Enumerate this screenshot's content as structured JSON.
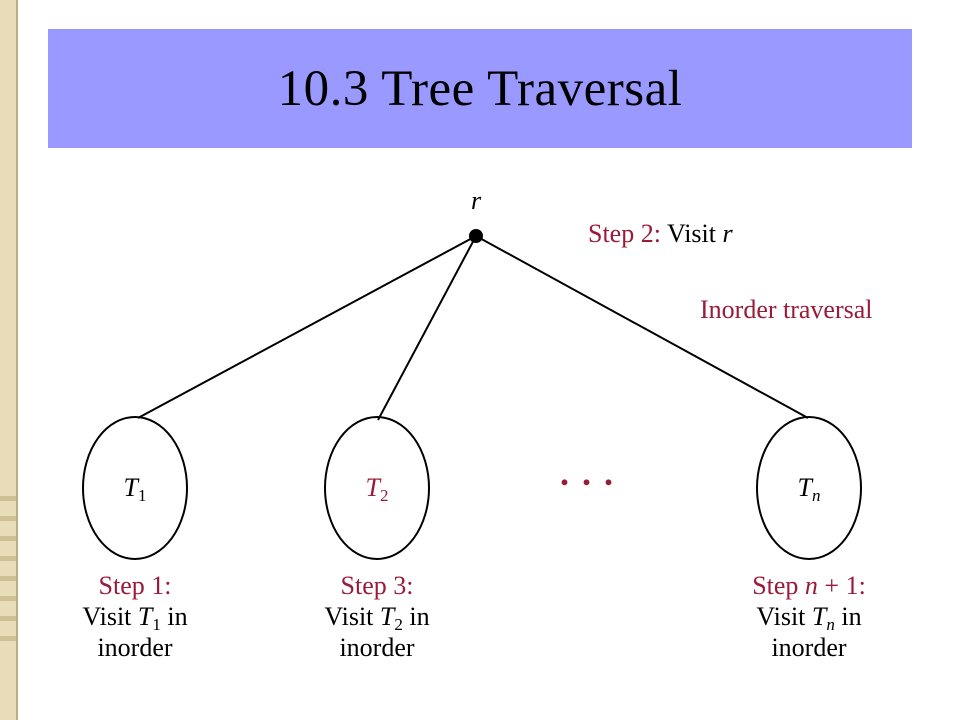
{
  "title": "10.3 Tree Traversal",
  "root_label": "r",
  "header_step": {
    "prefix": "Step 2:",
    "text": "Visit",
    "var": "r"
  },
  "traversal_label": "Inorder traversal",
  "ellipsis": ". . .",
  "nodes": [
    {
      "var": "T",
      "sub": "1"
    },
    {
      "var": "T",
      "sub": "2"
    },
    {
      "var": "T",
      "sub": "n"
    }
  ],
  "steps": [
    {
      "heading": "Step 1:",
      "visit": "Visit",
      "var": "T",
      "sub": "1",
      "in": "in",
      "order": "inorder"
    },
    {
      "heading": "Step 3:",
      "visit": "Visit",
      "var": "T",
      "sub": "2",
      "in": "in",
      "order": "inorder"
    },
    {
      "heading_pre": "Step",
      "heading_var": "n",
      "heading_post": "+ 1:",
      "visit": "Visit",
      "var": "T",
      "sub": "n",
      "in": "in",
      "order": "inorder"
    }
  ],
  "colors": {
    "title_bg": "#9999ff",
    "accent": "#9a1a3a",
    "strip": "#e9dcb9"
  }
}
